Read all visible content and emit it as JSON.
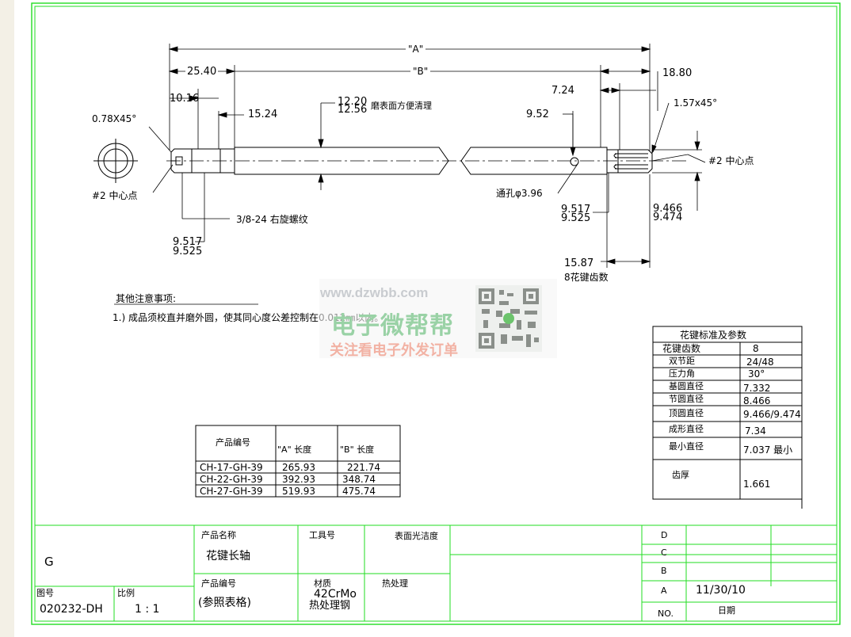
{
  "colors": {
    "border": "#22dd22",
    "ink": "#000000",
    "background": "#f3f0e6"
  },
  "dimensions": {
    "A": "\"A\"",
    "B": "\"B\"",
    "d_25_40": "25.40",
    "d_10_16": "10.16",
    "d_15_24": "15.24",
    "d_12_20": "12.20",
    "d_12_56": "12.56",
    "grind_note": "磨表面方便清理",
    "d_7_24": "7.24",
    "d_18_80": "18.80",
    "d_9_52": "9.52",
    "chamfer_left": "0.78X45°",
    "chamfer_right": "1.57x45°",
    "center_left": "#2  中心点",
    "center_right": "#2  中心点",
    "thread": "3/8-24  右旋螺纹",
    "dia_left_1": "9.517",
    "dia_left_2": "9.525",
    "through_hole": "通孔φ3.96",
    "dia_mid_1": "9.517",
    "dia_mid_2": "9.525",
    "dia_right_1": "9.466",
    "dia_right_2": "9.474",
    "d_15_87": "15.87",
    "spline_teeth": "8花键齿数"
  },
  "notes": {
    "title": "其他注意事项:",
    "item1": "1.)  成品须校直并磨外圆，使其同心度公差控制在0.012㎜以内。"
  },
  "watermark": {
    "url": "www.dzwbb.com",
    "brand": "电子微帮帮",
    "slogan": "关注看电子外发订单"
  },
  "spline_table": {
    "title": "花键标准及参数",
    "rows": [
      {
        "label": "花键齿数",
        "value": "8"
      },
      {
        "label": "双节距",
        "value": "24/48"
      },
      {
        "label": "压力角",
        "value": "30°"
      },
      {
        "label": "基圆直径",
        "value": "7.332"
      },
      {
        "label": "节圆直径",
        "value": "8.466"
      },
      {
        "label": "顶圆直径",
        "value": "9.466/9.474"
      },
      {
        "label": "成形直径",
        "value": "7.34"
      },
      {
        "label": "最小直径",
        "value": "7.037  最小"
      },
      {
        "label": "齿厚",
        "value": "1.661"
      }
    ]
  },
  "product_table": {
    "headers": [
      "产品编号",
      "\"A\"  长度",
      "\"B\"  长度"
    ],
    "rows": [
      [
        "CH-17-GH-39",
        "265.93",
        "221.74"
      ],
      [
        "CH-22-GH-39",
        "392.93",
        "348.74"
      ],
      [
        "CH-27-GH-39",
        "519.93",
        "475.74"
      ]
    ]
  },
  "title_block": {
    "revision_letter": "G",
    "product_name_label": "产品名称",
    "product_name": "花键长轴",
    "tool_no_label": "工具号",
    "surface_label": "表面光洁度",
    "product_no_label": "产品编号",
    "product_no": "(参照表格)",
    "material_label": "材质",
    "material": "42CrMo",
    "material_note": "热处理钢",
    "heat_label": "热处理",
    "drawing_no_label": "图号",
    "drawing_no": "020232-DH",
    "scale_label": "比例",
    "scale": "1 : 1",
    "rev_d": "D",
    "rev_c": "C",
    "rev_b": "B",
    "rev_a": "A",
    "rev_no": "NO.",
    "date": "11/30/10",
    "date_label": "日期"
  }
}
